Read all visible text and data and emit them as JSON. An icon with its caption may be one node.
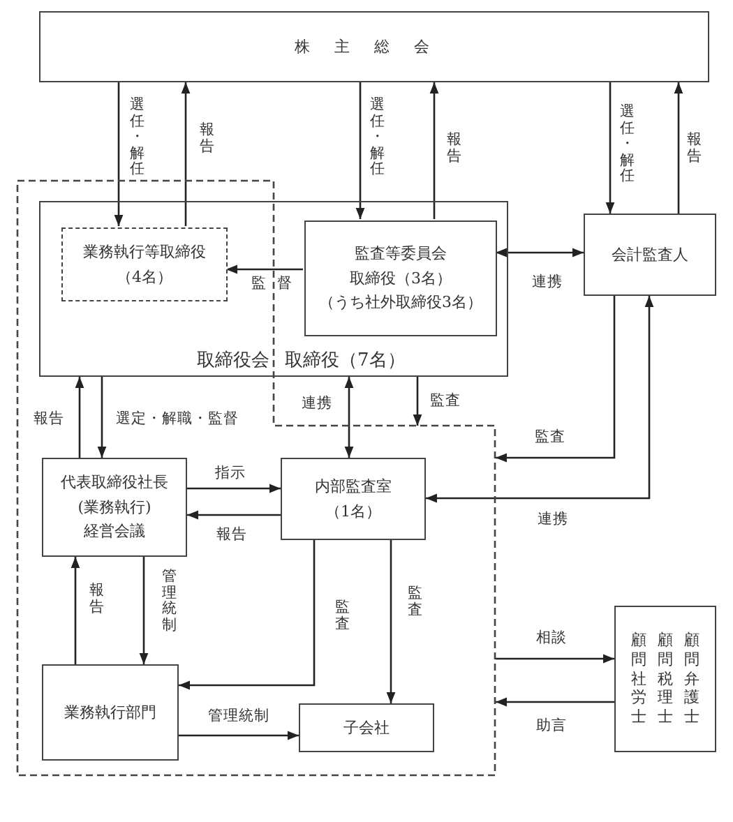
{
  "diagram": {
    "nodes": [
      {
        "text": [
          "株主総会"
        ]
      },
      {
        "text": [],
        "shape": "polygon"
      },
      {
        "text": [
          "取締役会",
          "取締役（7名）"
        ]
      },
      {
        "text": [
          "業務執行等取締役",
          "（4名）"
        ],
        "in": 2
      },
      {
        "text": [
          "監査等委員会",
          "取締役（3名）",
          "（うち社外取締役3名）"
        ],
        "in": 2
      },
      {
        "text": [
          "会計監査人"
        ]
      },
      {
        "text": [
          "代表取締役社長",
          "(業務執行)",
          "経営会議"
        ],
        "in": 1
      },
      {
        "text": [
          "内部監査室",
          "（1名）"
        ],
        "in": 1
      },
      {
        "text": [
          "業務執行部門"
        ],
        "in": 1
      },
      {
        "text": [
          "子会社"
        ],
        "in": 1
      },
      {
        "text": [
          "顧問社労士",
          "顧問税理士",
          "顧問弁護士"
        ]
      }
    ],
    "edges": [
      {
        "from": 0,
        "to": 3,
        "arrow": "to",
        "label": "選任・解任"
      },
      {
        "from": 3,
        "to": 0,
        "arrow": "to",
        "label": "報告"
      },
      {
        "from": 0,
        "to": 4,
        "arrow": "to",
        "label": "選任・解任"
      },
      {
        "from": 4,
        "to": 0,
        "arrow": "to",
        "label": "報告"
      },
      {
        "from": 0,
        "to": 5,
        "arrow": "to",
        "label": "選任・解任"
      },
      {
        "from": 5,
        "to": 0,
        "arrow": "to",
        "label": "報告"
      },
      {
        "from": 4,
        "to": 3,
        "arrow": "to",
        "label": "監督"
      },
      {
        "from": 4,
        "to": 5,
        "arrow": "both",
        "label": "連携"
      },
      {
        "from": 6,
        "to": 2,
        "arrow": "to",
        "label": "報告"
      },
      {
        "from": 2,
        "to": 6,
        "arrow": "to",
        "label": "選定・解職・監督"
      },
      {
        "from": 2,
        "to": 7,
        "arrow": "both",
        "label": "連携"
      },
      {
        "from": 2,
        "to": 1,
        "arrow": "to",
        "label": "監査"
      },
      {
        "from": 5,
        "to": 1,
        "arrow": "to",
        "label": "監査"
      },
      {
        "from": 7,
        "to": 5,
        "arrow": "both",
        "label": "連携"
      },
      {
        "from": 6,
        "to": 7,
        "arrow": "to",
        "label": "指示"
      },
      {
        "from": 7,
        "to": 6,
        "arrow": "to",
        "label": "報告"
      },
      {
        "from": 8,
        "to": 6,
        "arrow": "to",
        "label": "報告"
      },
      {
        "from": 6,
        "to": 8,
        "arrow": "to",
        "label": "管理統制"
      },
      {
        "from": 7,
        "to": 8,
        "arrow": "to",
        "label": "監査"
      },
      {
        "from": 7,
        "to": 9,
        "arrow": "to",
        "label": "監査"
      },
      {
        "from": 8,
        "to": 9,
        "arrow": "to",
        "label": "管理統制"
      },
      {
        "from": 1,
        "to": 10,
        "arrow": "to",
        "label": "相談"
      },
      {
        "from": 10,
        "to": 1,
        "arrow": "to",
        "label": "助言"
      }
    ]
  }
}
